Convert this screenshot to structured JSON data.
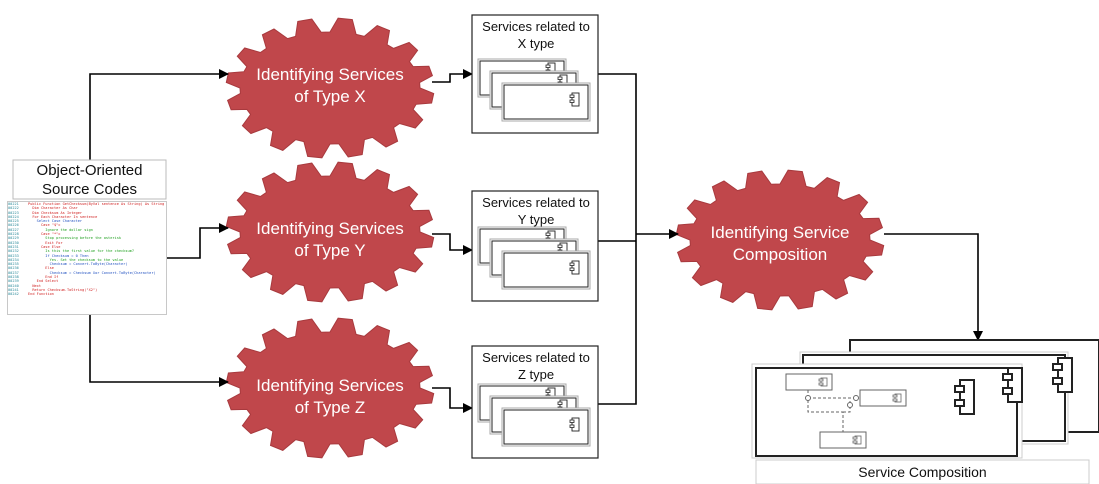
{
  "source": {
    "title_line1": "Object-Oriented",
    "title_line2": "Source Codes",
    "code_lines": [
      {
        "n": "00221",
        "t": "Public Function GetChecksum(ByVal sentence As String) As String",
        "c": "#d02020"
      },
      {
        "n": "00222",
        "t": "  Dim Character As Char",
        "c": "#d02020"
      },
      {
        "n": "00223",
        "t": "  Dim Checksum As Integer",
        "c": "#d02020"
      },
      {
        "n": "00224",
        "t": "  For Each Character In sentence",
        "c": "#d02020"
      },
      {
        "n": "00225",
        "t": "    Select Case Character",
        "c": "#2050c0"
      },
      {
        "n": "00226",
        "t": "      Case \"$\"c",
        "c": "#d02020"
      },
      {
        "n": "00227",
        "t": "        Ignore the dollar sign",
        "c": "#20a020"
      },
      {
        "n": "00228",
        "t": "      Case \"*\"c",
        "c": "#d02020"
      },
      {
        "n": "00229",
        "t": "        Stop processing before the asterisk",
        "c": "#20a020"
      },
      {
        "n": "00230",
        "t": "        Exit For",
        "c": "#d02020"
      },
      {
        "n": "00231",
        "t": "      Case Else",
        "c": "#d02020"
      },
      {
        "n": "00232",
        "t": "        Is this the first value for the checksum?",
        "c": "#20a020"
      },
      {
        "n": "00233",
        "t": "        If Checksum = 0 Then",
        "c": "#2050c0"
      },
      {
        "n": "00234",
        "t": "          Yes. Set the checksum to the value",
        "c": "#20a020"
      },
      {
        "n": "00235",
        "t": "          Checksum = Convert.ToByte(Character)",
        "c": "#2050c0"
      },
      {
        "n": "00236",
        "t": "        Else",
        "c": "#d02020"
      },
      {
        "n": "00237",
        "t": "          Checksum = Checksum Xor Convert.ToByte(Character)",
        "c": "#2050c0"
      },
      {
        "n": "00238",
        "t": "        End If",
        "c": "#d02020"
      },
      {
        "n": "00239",
        "t": "    End Select",
        "c": "#d02020"
      },
      {
        "n": "00240",
        "t": "  Next",
        "c": "#d02020"
      },
      {
        "n": "00241",
        "t": "  Return Checksum.ToString(\"X2\")",
        "c": "#d02020"
      },
      {
        "n": "00242",
        "t": "End Function",
        "c": "#d02020"
      }
    ]
  },
  "gears": [
    {
      "line1": "Identifying Services",
      "line2": "of Type X"
    },
    {
      "line1": "Identifying Services",
      "line2": "of Type Y"
    },
    {
      "line1": "Identifying Services",
      "line2": "of Type Z"
    },
    {
      "line1": "Identifying Service",
      "line2": "Composition"
    }
  ],
  "services": [
    {
      "line1": "Services related to",
      "line2": "X type"
    },
    {
      "line1": "Services related to",
      "line2": "Y type"
    },
    {
      "line1": "Services related to",
      "line2": "Z type"
    }
  ],
  "composition": {
    "label": "Service Composition"
  },
  "colors": {
    "gear": "#c0474b",
    "gear_stroke": "#a83a3e",
    "line": "#000000"
  }
}
